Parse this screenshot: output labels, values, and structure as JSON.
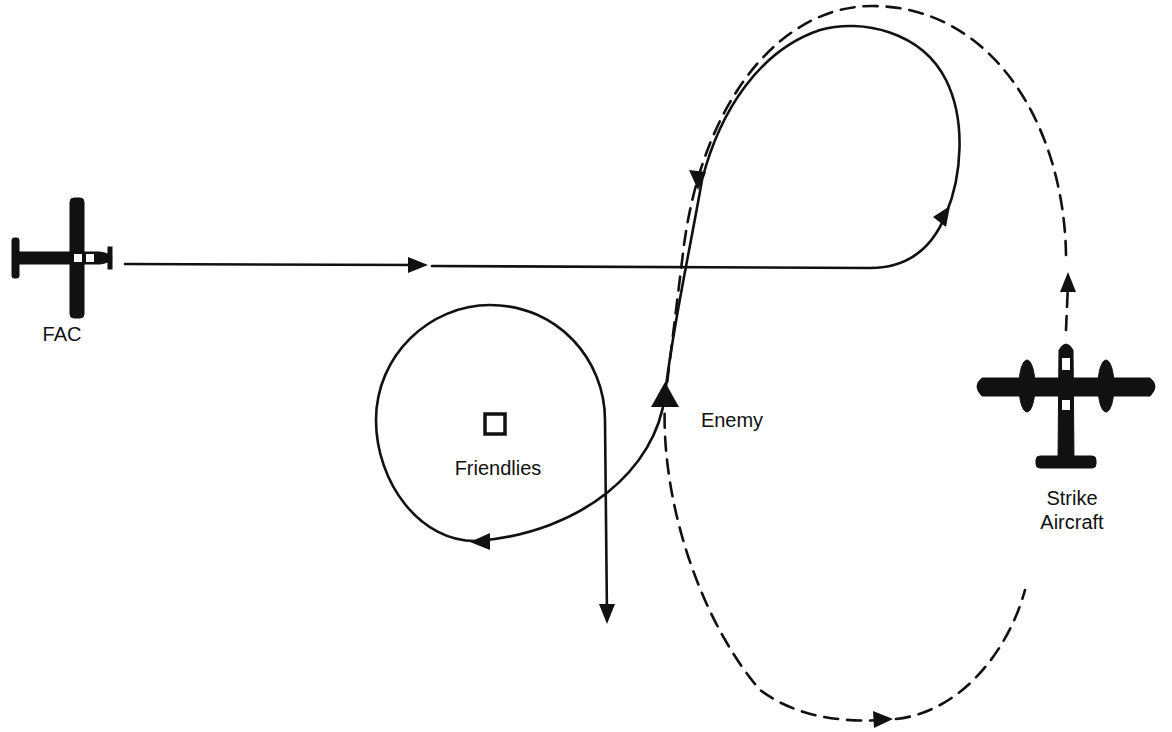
{
  "diagram": {
    "labels": [
      "FAC",
      "Friendlies",
      "Enemy",
      "Strike Aircraft"
    ]
  }
}
